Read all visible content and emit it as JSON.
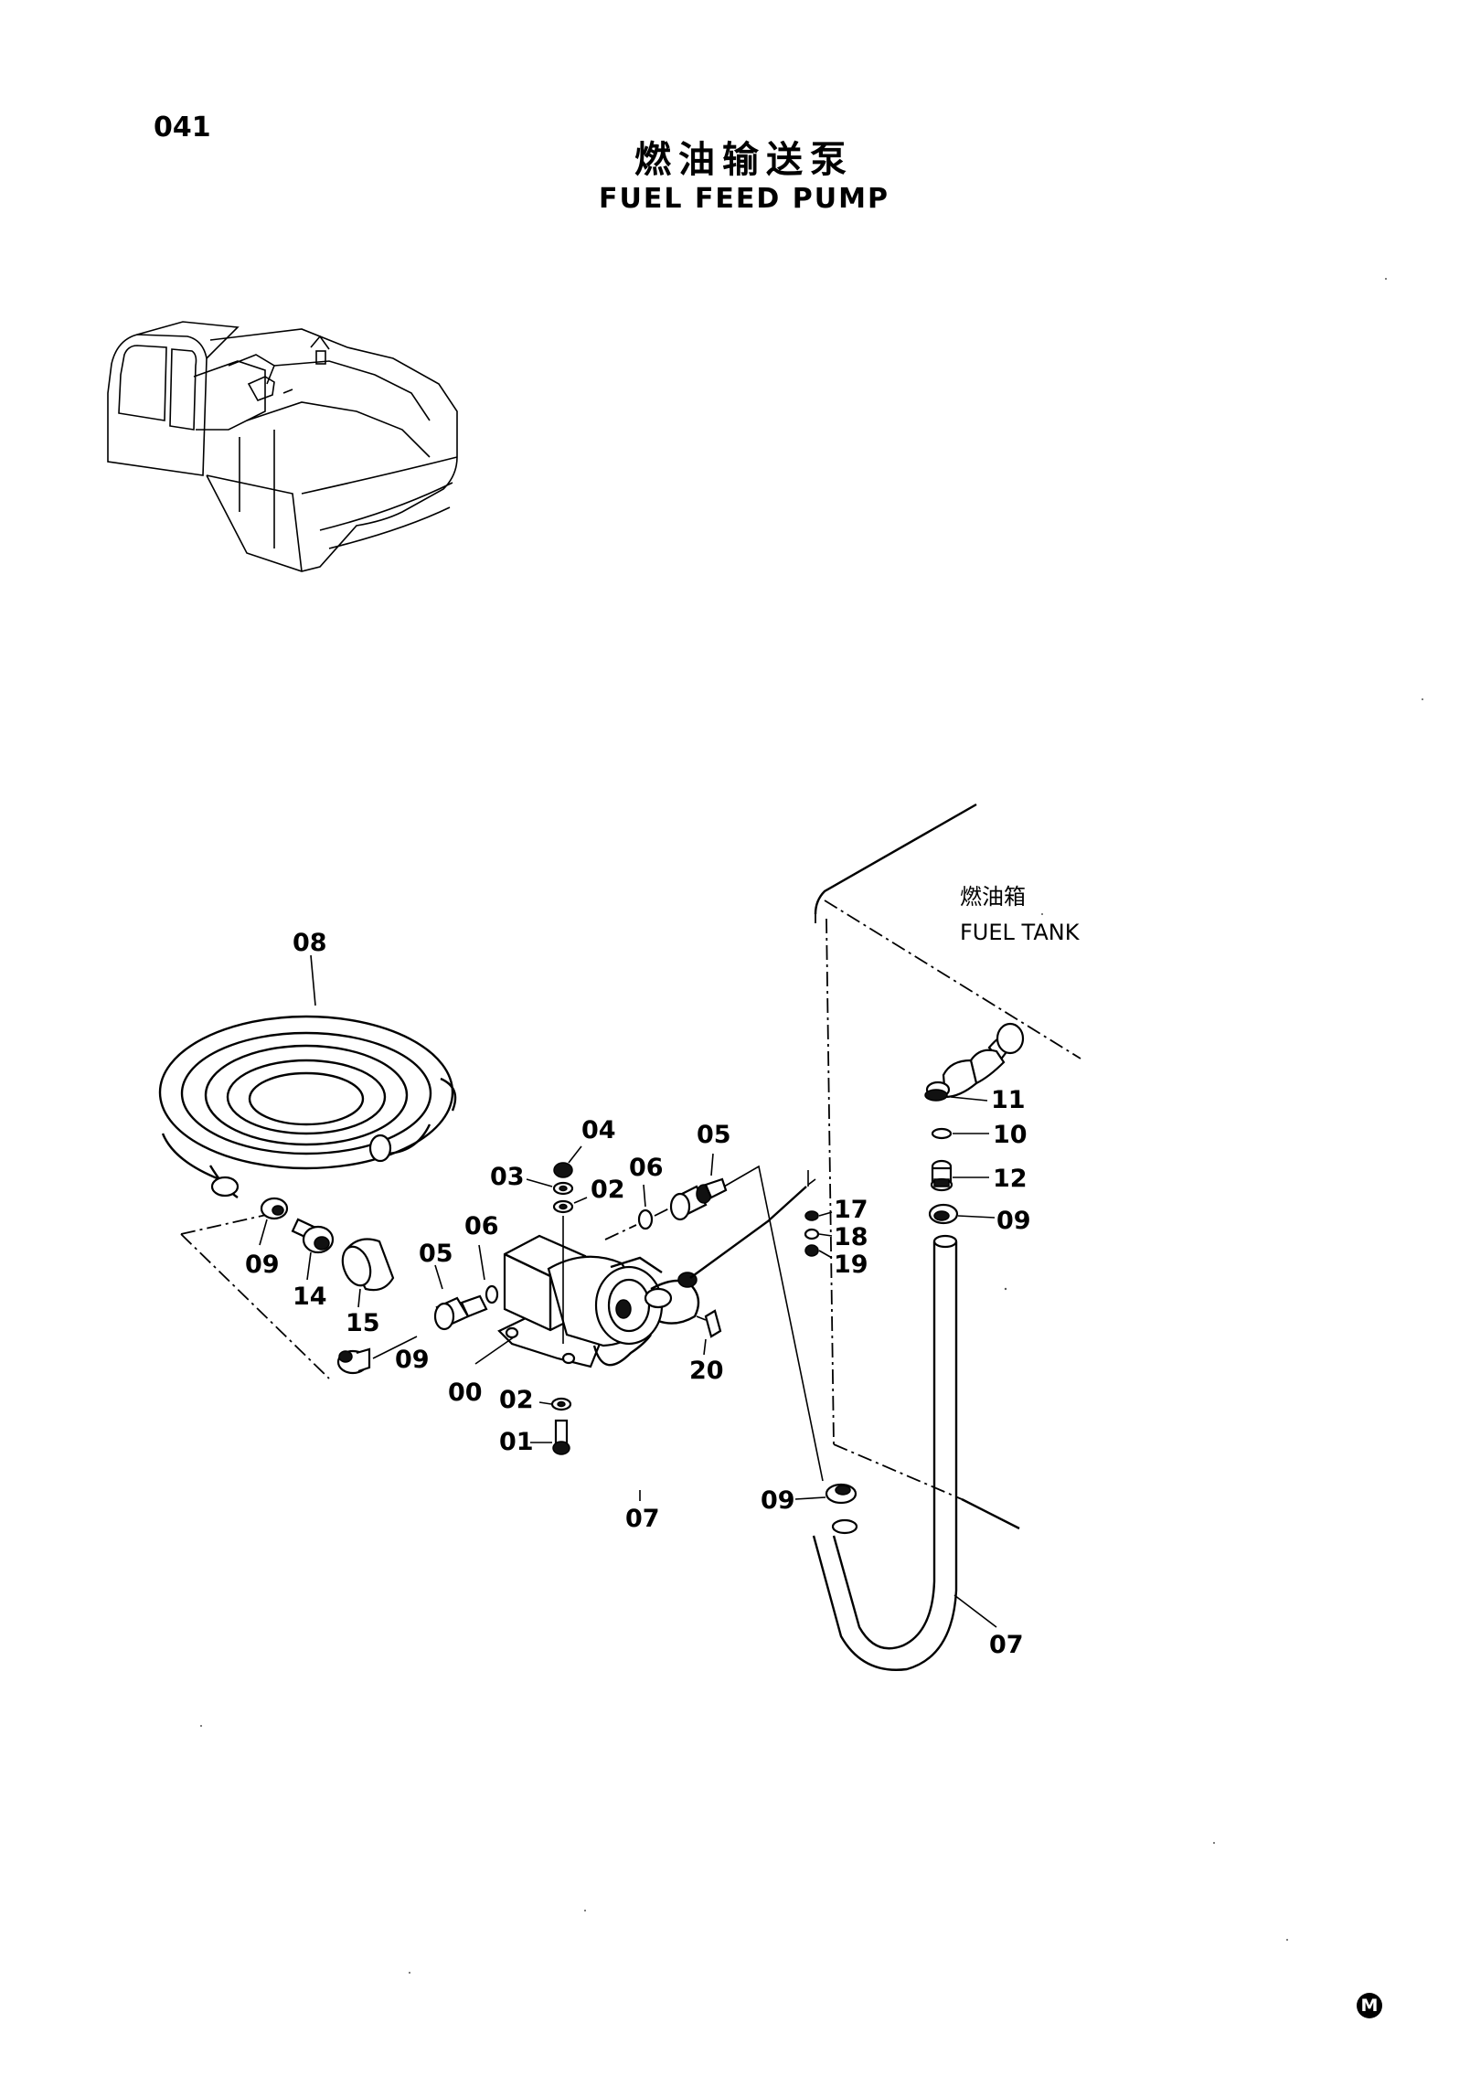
{
  "page": {
    "number": "041",
    "title_zh": "燃油输送泵",
    "title_en": "FUEL FEED PUMP"
  },
  "fuel_tank": {
    "label_zh": "燃油箱",
    "label_en": "FUEL TANK"
  },
  "callouts": {
    "c00": "00",
    "c01": "01",
    "c02a": "02",
    "c02b": "02",
    "c03": "03",
    "c04": "04",
    "c05a": "05",
    "c05b": "05",
    "c06a": "06",
    "c06b": "06",
    "c07a": "07",
    "c07b": "07",
    "c08": "08",
    "c09a": "09",
    "c09b": "09",
    "c09c": "09",
    "c09d": "09",
    "c10": "10",
    "c11": "11",
    "c12": "12",
    "c14": "14",
    "c15": "15",
    "c17": "17",
    "c18": "18",
    "c19": "19",
    "c20": "20"
  },
  "manufacturer_mark": "M",
  "icons": {
    "machine": "excavator-overview-icon",
    "mark": "circled-m-mark-icon"
  }
}
